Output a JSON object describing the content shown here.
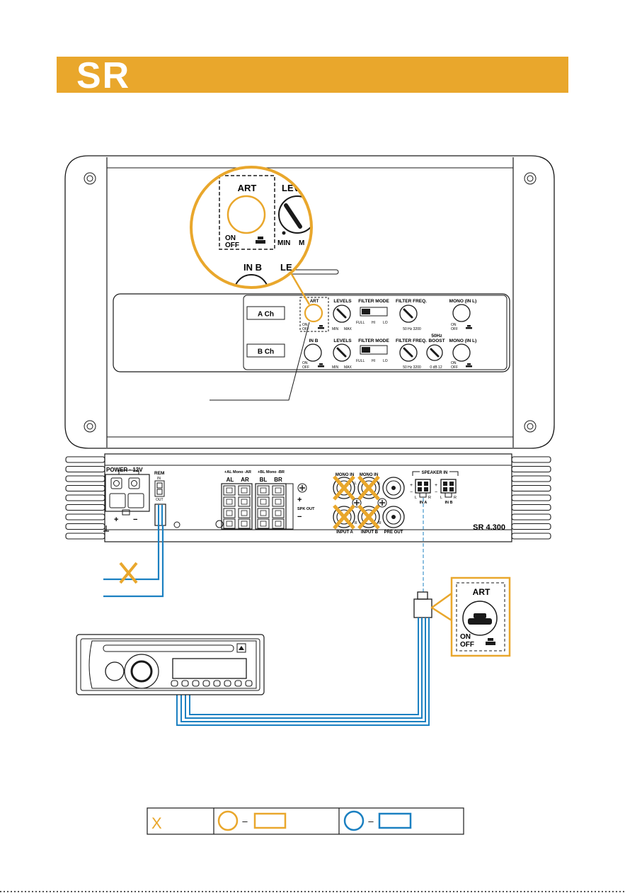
{
  "header": {
    "logo_text": "SR",
    "accent_color": "#E9A72C"
  },
  "amplifier_top": {
    "zoom": {
      "art_label": "ART",
      "on_label": "ON",
      "off_label": "OFF",
      "levels_label": "LEV",
      "min_label": "MIN",
      "max_label": "M",
      "in_b_label": "IN B",
      "levels_b_label": "LE"
    },
    "row_a": {
      "channel_label": "A Ch",
      "art_label": "ART",
      "on_label": "ON",
      "off_label": "OFF",
      "levels_label": "LEVELS",
      "min_label": "MIN",
      "max_label": "MAX",
      "filter_mode_label": "FILTER MODE",
      "full_label": "FULL",
      "hi_label": "HI",
      "lo_label": "LO",
      "filter_freq_label": "FILTER FREQ.",
      "freq_range": "50 Hz 3200",
      "mono_label": "MONO (IN L)"
    },
    "row_b": {
      "channel_label": "B Ch",
      "in_b_label": "IN B",
      "on_label": "ON",
      "off_label": "OFF",
      "levels_label": "LEVELS",
      "min_label": "MIN",
      "max_label": "MAX",
      "filter_mode_label": "FILTER MODE",
      "full_label": "FULL",
      "hi_label": "HI",
      "lo_label": "LO",
      "filter_freq_label": "FILTER FREQ.",
      "freq_range": "50 Hz 3200",
      "boost_top_label": "50Hz",
      "boost_label": "BOOST",
      "boost_range": "0 dB 12",
      "mono_label": "MONO (IN L)"
    }
  },
  "amplifier_side": {
    "power_label": "POWER · 12V",
    "plus_label": "+",
    "minus_label": "−",
    "rem_label": "REM",
    "rem_in_label": "IN",
    "rem_out_label": "OUT",
    "spk_a_header": "+AL Mono -AR",
    "spk_b_header": "+BL Mono -BR",
    "al_label": "AL",
    "ar_label": "AR",
    "bl_label": "BL",
    "br_label": "BR",
    "spk_out_label": "SPK OUT",
    "mono_in_label_1": "MONO IN",
    "mono_in_label_2": "MONO IN",
    "l_label": "L",
    "r_label": "R",
    "input_a_label": "INPUT A",
    "input_b_label": "INPUT B",
    "pre_out_label": "PRE OUT",
    "speaker_in_label": "SPEAKER IN",
    "in_a_label": "IN A",
    "in_b_label": "IN B",
    "model_label": "SR 4.300"
  },
  "art_callout": {
    "art_label": "ART",
    "on_label": "ON",
    "off_label": "OFF"
  },
  "legend": {
    "x_symbol": "X",
    "dash_1": "–",
    "dash_2": "–",
    "orange_color": "#E9A72C",
    "blue_color": "#1B80C1"
  },
  "colors": {
    "orange": "#E9A72C",
    "blue": "#1B80C1",
    "line": "#1a1a1a"
  }
}
